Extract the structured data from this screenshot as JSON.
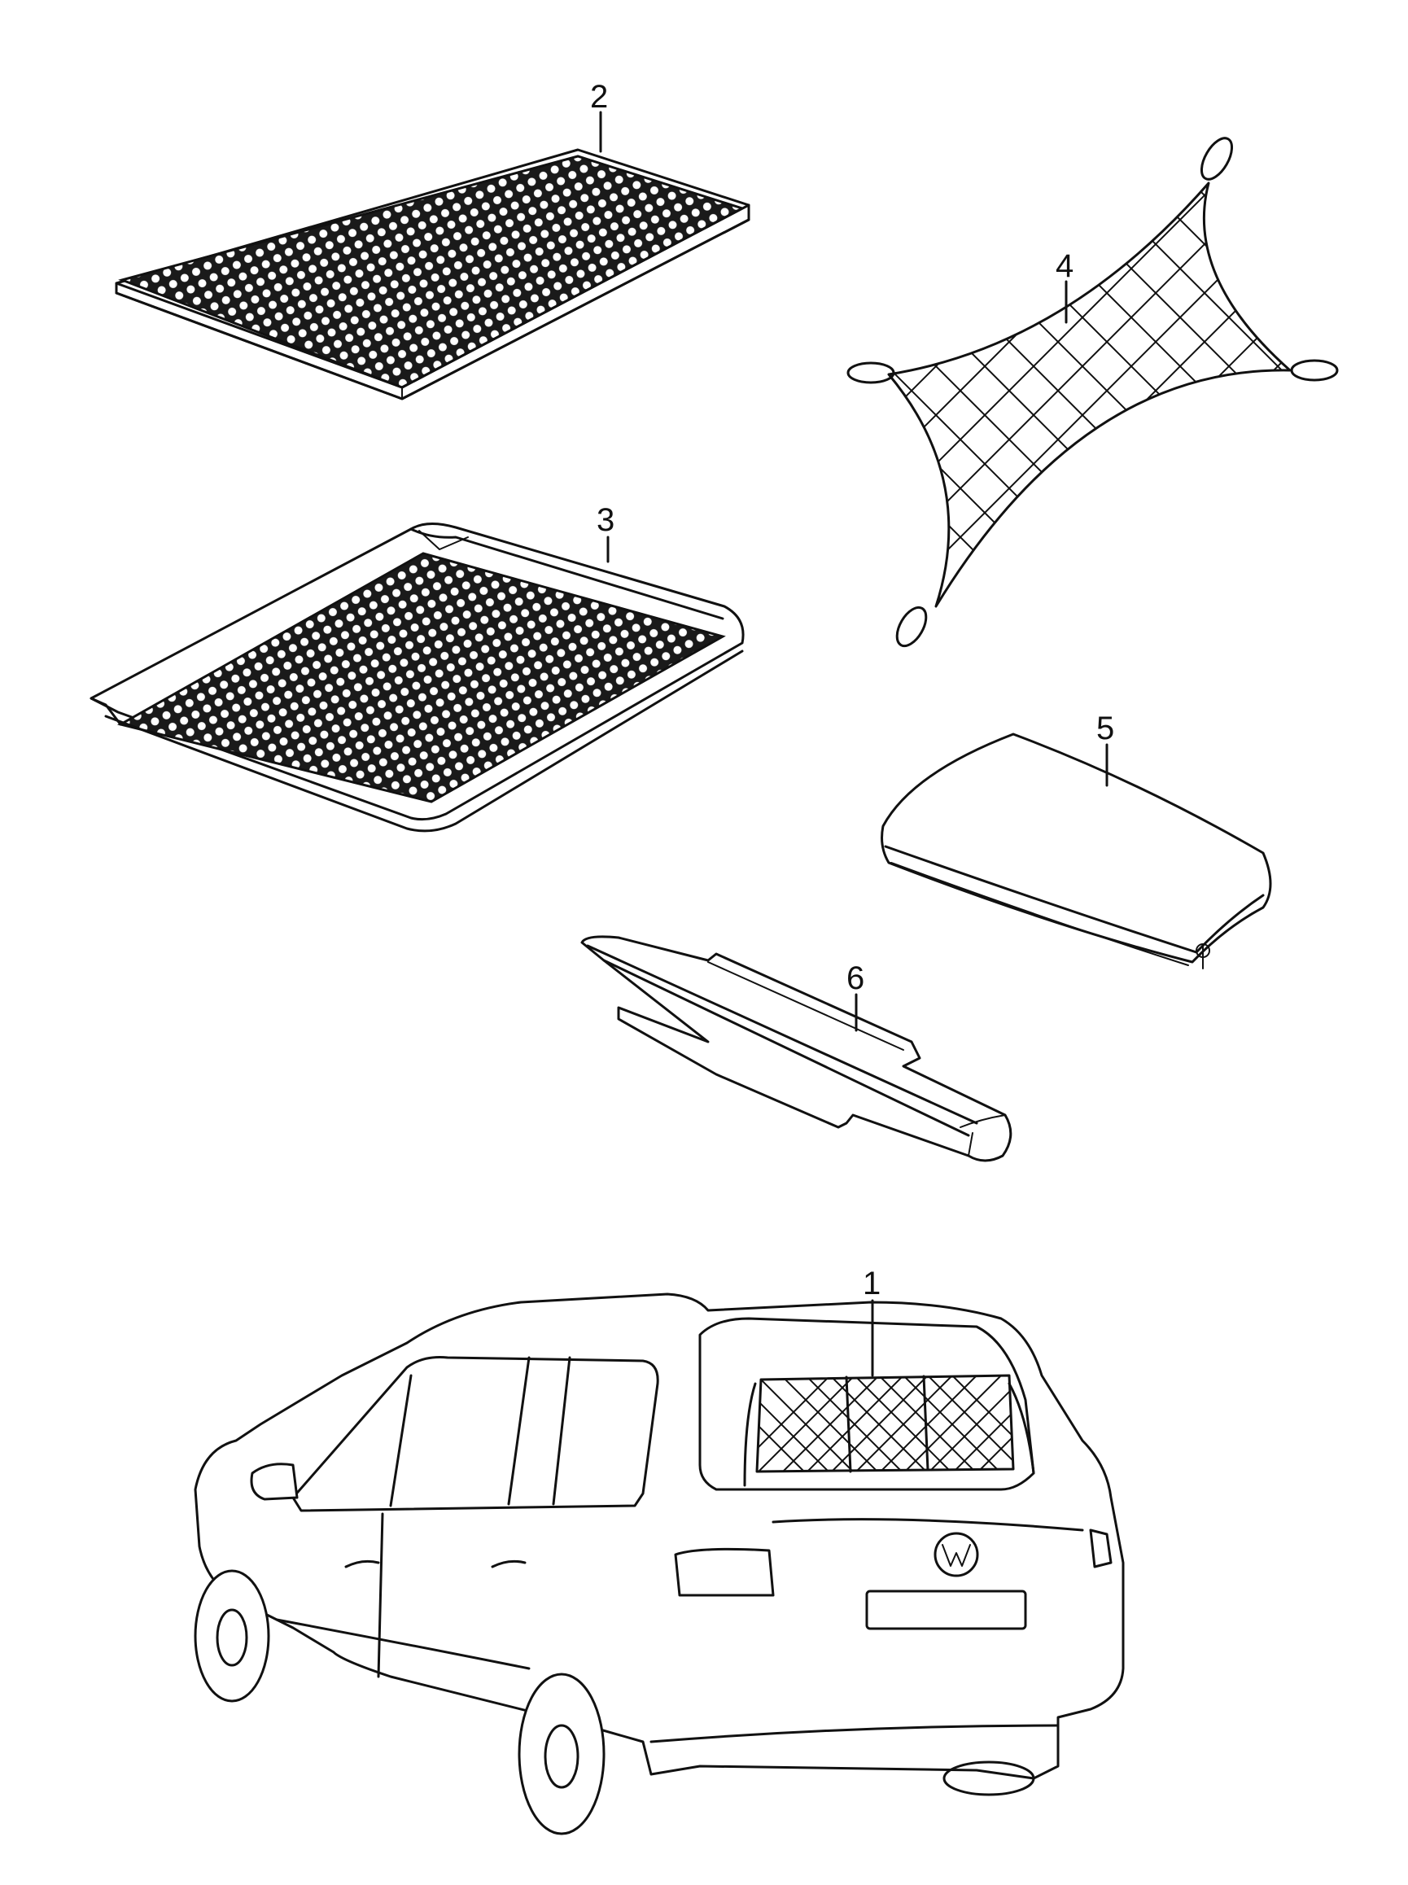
{
  "diagram": {
    "parts": [
      {
        "number": "1",
        "part": "luggage-compartment-net"
      },
      {
        "number": "2",
        "part": "floor-mat"
      },
      {
        "number": "3",
        "part": "luggage-tray"
      },
      {
        "number": "4",
        "part": "elastic-net"
      },
      {
        "number": "5",
        "part": "cover-panel"
      },
      {
        "number": "6",
        "part": "luggage-cover-roller"
      }
    ]
  },
  "colors": {
    "line": "#111111",
    "background": "#ffffff"
  }
}
